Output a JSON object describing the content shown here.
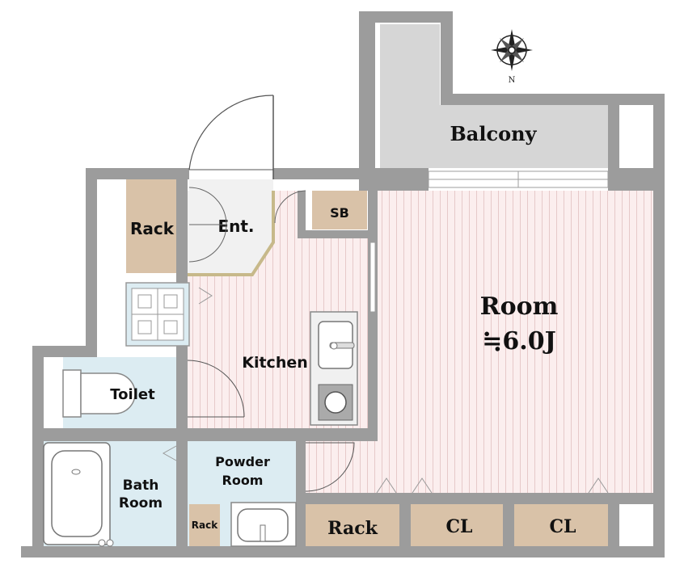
{
  "compass": {
    "north_label": "N"
  },
  "labels": {
    "balcony": "Balcony",
    "room": "Room",
    "room_size": "≒6.0J",
    "sb": "SB",
    "rack_left": "Rack",
    "entrance": "Ent.",
    "kitchen": "Kitchen",
    "toilet": "Toilet",
    "bath_line1": "Bath",
    "bath_line2": "Room",
    "powder_line1": "Powder",
    "powder_line2": "Room",
    "rack_small": "Rack",
    "rack_bottom": "Rack",
    "cl_1": "CL",
    "cl_2": "CL"
  },
  "colors": {
    "wall": "#9c9c9c",
    "balcony_fill": "#d6d6d6",
    "storage_fill": "#d9c2a8",
    "wet_area_fill": "#dcecf2",
    "floor_fill": "#fbeeee",
    "floor_stripe": "#e6c9c9"
  }
}
